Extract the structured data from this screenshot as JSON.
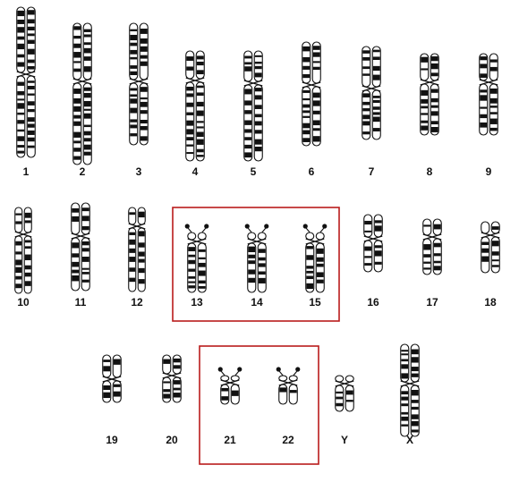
{
  "colors": {
    "ink": "#111111",
    "band": "#111111",
    "highlight_box": "#b91c1c",
    "background": "#ffffff"
  },
  "chromosomes": [
    {
      "id": "1",
      "label": "1"
    },
    {
      "id": "2",
      "label": "2"
    },
    {
      "id": "3",
      "label": "3"
    },
    {
      "id": "4",
      "label": "4"
    },
    {
      "id": "5",
      "label": "5"
    },
    {
      "id": "6",
      "label": "6"
    },
    {
      "id": "7",
      "label": "7"
    },
    {
      "id": "8",
      "label": "8"
    },
    {
      "id": "9",
      "label": "9"
    },
    {
      "id": "10",
      "label": "10"
    },
    {
      "id": "11",
      "label": "11"
    },
    {
      "id": "12",
      "label": "12"
    },
    {
      "id": "13",
      "label": "13",
      "satellites": true
    },
    {
      "id": "14",
      "label": "14",
      "satellites": true
    },
    {
      "id": "15",
      "label": "15",
      "satellites": true
    },
    {
      "id": "16",
      "label": "16"
    },
    {
      "id": "17",
      "label": "17"
    },
    {
      "id": "18",
      "label": "18"
    },
    {
      "id": "19",
      "label": "19"
    },
    {
      "id": "20",
      "label": "20"
    },
    {
      "id": "21",
      "label": "21",
      "satellites": true
    },
    {
      "id": "22",
      "label": "22",
      "satellites": true
    },
    {
      "id": "Y",
      "label": "Y"
    },
    {
      "id": "X",
      "label": "X"
    }
  ],
  "highlighted_groups": [
    [
      "13",
      "14",
      "15"
    ],
    [
      "21",
      "22"
    ]
  ]
}
